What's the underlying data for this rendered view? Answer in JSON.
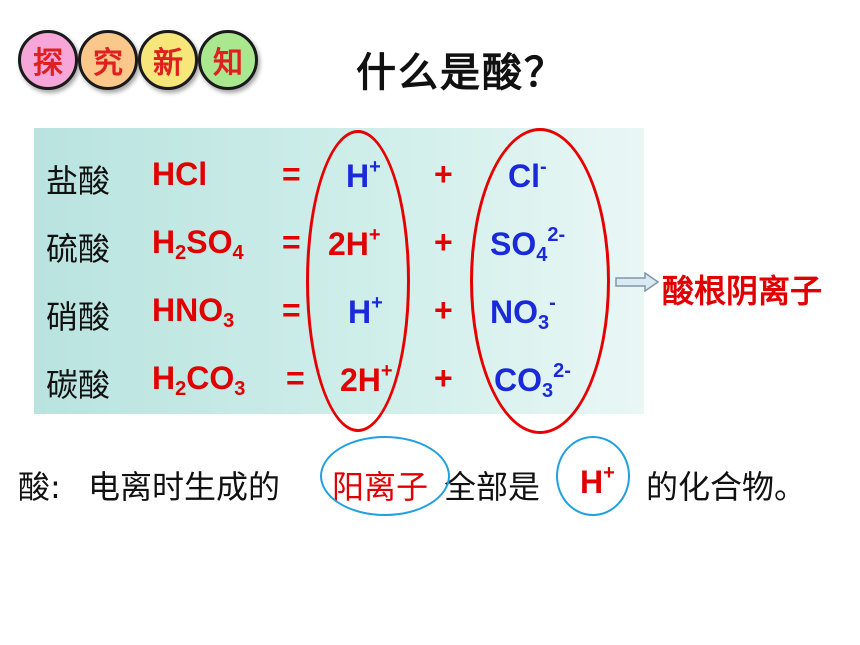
{
  "badges": {
    "b1": "探",
    "b2": "究",
    "b3": "新",
    "b4": "知"
  },
  "badge_colors": {
    "b1": "#f6a6d8",
    "b2": "#f9c88a",
    "b3": "#f7e77a",
    "b4": "#a9e88f"
  },
  "title": "什么是酸？",
  "rows": [
    {
      "name": "盐酸",
      "formula": "HCl",
      "eq": "=",
      "cation": "H",
      "cation_charge": "+",
      "plus": "+",
      "anion": "Cl",
      "anion_charge": "-"
    },
    {
      "name": "硫酸",
      "formula_main": "H",
      "formula_sub": "2",
      "formula_rest": "SO",
      "formula_sub2": "4",
      "eq": "=",
      "cation": "2H",
      "cation_charge": "+",
      "plus": "+",
      "anion": "SO",
      "anion_sub": "4",
      "anion_charge": "2-"
    },
    {
      "name": "硝酸",
      "formula_main": "HNO",
      "formula_sub": "3",
      "eq": "=",
      "cation": "H",
      "cation_charge": "+",
      "plus": "+",
      "anion": "NO",
      "anion_sub": "3",
      "anion_charge": "-"
    },
    {
      "name": "碳酸",
      "formula_main": "H",
      "formula_sub": "2",
      "formula_rest": "CO",
      "formula_sub2": "3",
      "eq": "=",
      "cation": "2H",
      "cation_charge": "+",
      "plus": "+",
      "anion": "CO",
      "anion_sub": "3",
      "anion_charge": "2-"
    }
  ],
  "arrow_label": "酸根阴离子",
  "definition": {
    "prefix": "酸:",
    "part1": "电离时生成的",
    "highlight": "阳离子",
    "part2": "全部是",
    "ion": "H",
    "ion_charge": "+",
    "suffix": "的化合物。"
  }
}
